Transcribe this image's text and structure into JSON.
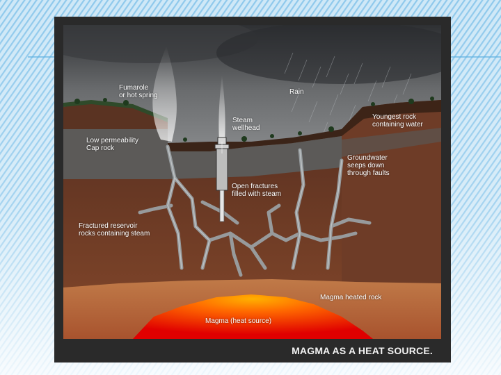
{
  "slide": {
    "background_color": "#cfe8f7",
    "stripe_color": "#8fc9ec",
    "accent_line_color": "#5aaee0"
  },
  "diagram": {
    "caption": "MAGMA AS A HEAT SOURCE.",
    "labels": {
      "fumarole": "Fumarole\nor hot spring",
      "rain": "Rain",
      "steam_wellhead": "Steam\nwellhead",
      "youngest_rock": "Youngest rock\ncontaining water",
      "cap_rock": "Low permeability\nCap rock",
      "groundwater": "Groundwater\nseeps down\nthrough faults",
      "open_fractures": "Open fractures\nfilled with steam",
      "fractured_reservoir": "Fractured reservoir\nrocks containing steam",
      "magma_heated_rock": "Magma heated rock",
      "magma": "Magma (heat source)"
    },
    "colors": {
      "sky": "#5f6163",
      "cap_rock": "#5a5856",
      "reservoir": "#6b3a26",
      "heated_rock": "#b06a3e",
      "magma_core": "#ff6a00",
      "magma_edge": "#e00000",
      "fracture": "#9aa0a3"
    }
  }
}
